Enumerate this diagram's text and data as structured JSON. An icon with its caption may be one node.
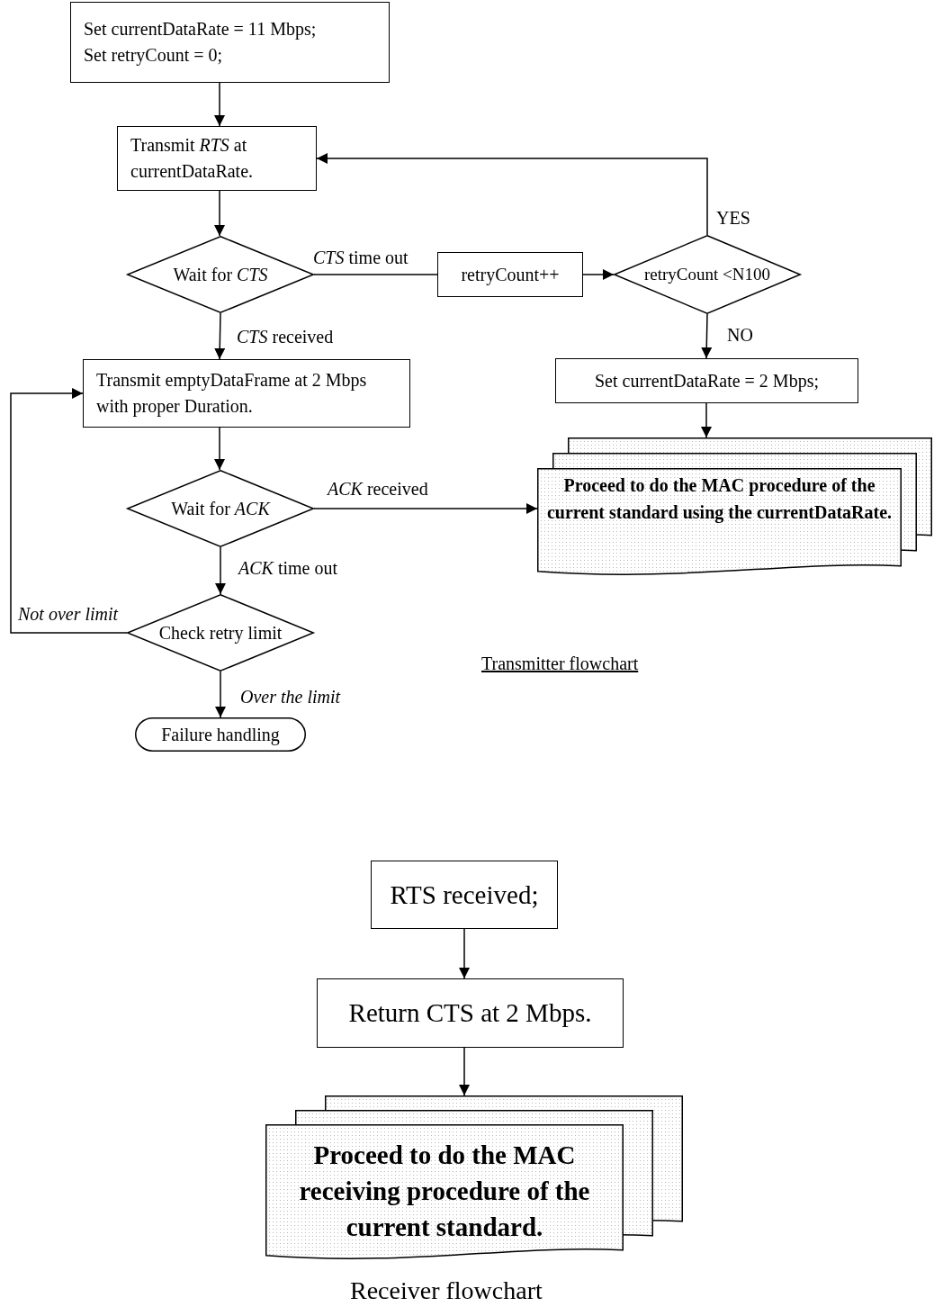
{
  "diagram": {
    "nodes": [
      {
        "text": [
          "Set currentDataRate = 11 Mbps;",
          "Set retryCount = 0;"
        ]
      },
      {
        "text": [
          "Transmit *RTS* at currentDataRate."
        ]
      },
      {
        "text": [
          "Wait for *CTS*"
        ]
      },
      {
        "text": [
          "retryCount++"
        ]
      },
      {
        "text": [
          "retryCount <N100"
        ]
      },
      {
        "text": [
          "Set currentDataRate = 2 Mbps;"
        ]
      },
      {
        "text": [
          "Transmit emptyDataFrame at 2 Mbps with proper Duration."
        ]
      },
      {
        "text": [
          "Wait for *ACK*"
        ]
      },
      {
        "text": [
          "Proceed to do the MAC procedure of the current standard using the currentDataRate."
        ]
      },
      {
        "text": [
          "Check retry limit"
        ]
      },
      {
        "text": [
          "Failure handling"
        ]
      },
      {
        "text": [
          "RTS received;"
        ]
      },
      {
        "text": [
          "Return CTS at 2 Mbps."
        ]
      },
      {
        "text": [
          "Proceed to do the MAC receiving procedure of the current standard."
        ]
      }
    ],
    "edges": [
      {
        "from": 0,
        "to": 1,
        "arrow": "to"
      },
      {
        "from": 1,
        "to": 2,
        "arrow": "to"
      },
      {
        "from": 2,
        "to": 3,
        "arrow": "none",
        "label": "*CTS* time out"
      },
      {
        "from": 3,
        "to": 4,
        "arrow": "to"
      },
      {
        "from": 4,
        "to": 1,
        "arrow": "to",
        "label": "YES"
      },
      {
        "from": 4,
        "to": 5,
        "arrow": "to",
        "label": "NO"
      },
      {
        "from": 2,
        "to": 6,
        "arrow": "to",
        "label": "*CTS* received"
      },
      {
        "from": 5,
        "to": 8,
        "arrow": "to"
      },
      {
        "from": 6,
        "to": 7,
        "arrow": "to"
      },
      {
        "from": 7,
        "to": 8,
        "arrow": "to",
        "label": "*ACK* received"
      },
      {
        "from": 7,
        "to": 9,
        "arrow": "to",
        "label": "*ACK* time out"
      },
      {
        "from": 9,
        "to": 6,
        "arrow": "to",
        "label": "Not over limit"
      },
      {
        "from": 9,
        "to": 10,
        "arrow": "to",
        "label": "Over the limit"
      },
      {
        "from": 11,
        "to": 12,
        "arrow": "to"
      },
      {
        "from": 12,
        "to": 13,
        "arrow": "to"
      }
    ],
    "labels": [
      "Transmitter flowchart",
      "Receiver flowchart"
    ]
  }
}
